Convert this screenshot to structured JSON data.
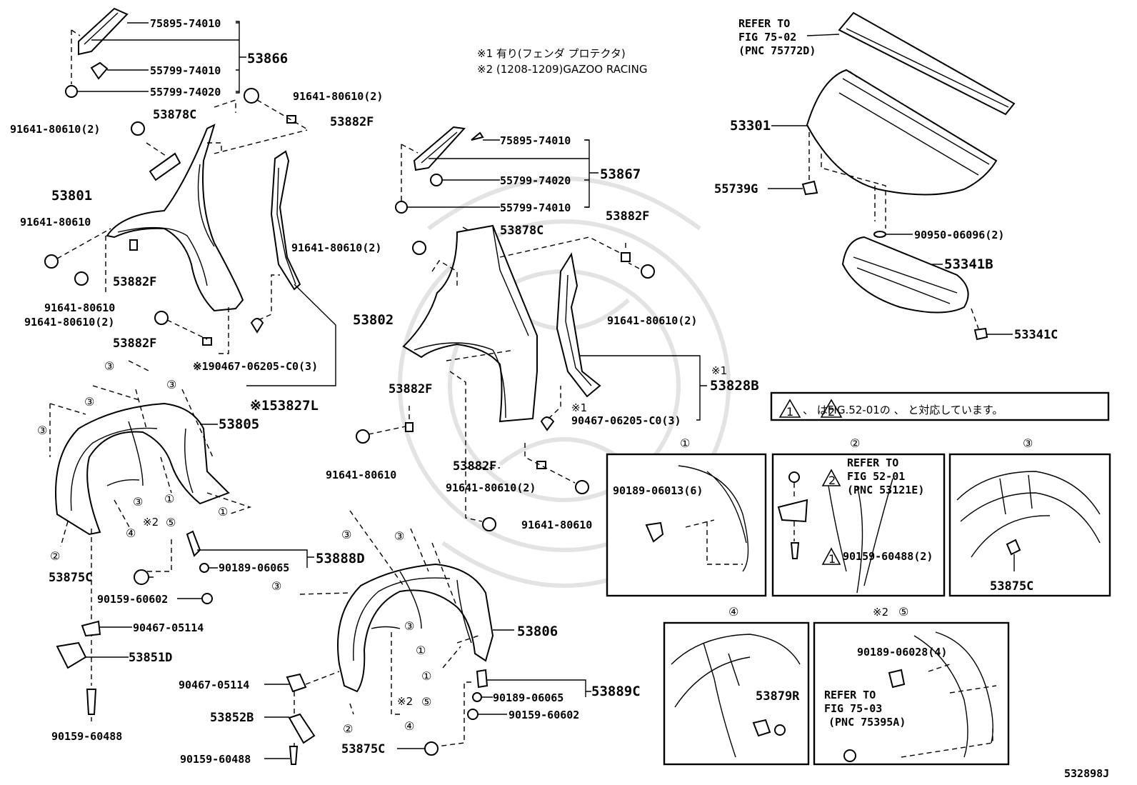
{
  "notes": {
    "note1": "※1 有り(フェンダ プロテクタ)",
    "note2": "※2 (1208-1209)GAZOO RACING",
    "triangle_legend": "、 はFIG.52-01の 、 と対応しています。",
    "figure_id": "532898J"
  },
  "refers": {
    "hood_ref": [
      "REFER TO",
      "FIG 75-02",
      "(PNC 75772D)"
    ],
    "detail2_ref": [
      "REFER TO",
      "FIG 52-01",
      "(PNC 53121E)"
    ],
    "detail5_ref": [
      "REFER TO",
      "FIG 75-03",
      "(PNC 75395A)"
    ]
  },
  "labels": {
    "p75895a": "75895-74010",
    "p55799a": "55799-74010",
    "p55799b": "55799-74020",
    "g53866": "53866",
    "p91641a": "91641-80610(2)",
    "p53878c_a": "53878C",
    "p53882f_a": "53882F",
    "p91641b": "91641-80610(2)",
    "g53801": "53801",
    "p91641c": "91641-80610",
    "p53882f_b": "53882F",
    "p91641d": "91641-80610",
    "p91641e": "91641-80610(2)",
    "p53882f_c": "53882F",
    "p90467a": "※190467-06205-C0(3)",
    "g53827l": "※153827L",
    "p75895b": "75895-74010",
    "p55799c": "55799-74020",
    "p55799d": "55799-74010",
    "g53867": "53867",
    "p53878c_b": "53878C",
    "p53882f_d": "53882F",
    "p91641f": "91641-80610(2)",
    "p91641g": "91641-80610(2)",
    "g53802": "53802",
    "g53828b_mark": "※1",
    "g53828b": "53828B",
    "p90467b_mark": "※1",
    "p90467b": "90467-06205-C0(3)",
    "p53882f_e": "53882F",
    "p91641h": "91641-80610",
    "p53882f_f": "53882F",
    "p91641i": "91641-80610(2)",
    "p91641j": "91641-80610",
    "g53805": "53805",
    "p53875c_a": "53875C",
    "p90189a": "90189-06065",
    "g53888d": "53888D",
    "p90159a": "90159-60602",
    "p90467c": "90467-05114",
    "p53851d": "53851D",
    "p90159b": "90159-60488",
    "g53806": "53806",
    "p90467d": "90467-05114",
    "p53852b": "53852B",
    "p90159c": "90159-60488",
    "p90189b": "90189-06065",
    "g53889c": "53889C",
    "p90159d": "90159-60602",
    "p53875c_b": "53875C",
    "g53301": "53301",
    "p55739g": "55739G",
    "p90950": "90950-06096(2)",
    "g53341b": "53341B",
    "p53341c": "53341C",
    "d1_90189": "90189-06013(6)",
    "d2_90159": "90159-60488(2)",
    "d3_53875c": "53875C",
    "d4_53879r": "53879R",
    "d5_90189": "90189-06028(4)",
    "d5_mark": "※2"
  },
  "circled": [
    "①",
    "②",
    "③",
    "④",
    "⑤"
  ],
  "triangles": [
    "1",
    "2"
  ]
}
